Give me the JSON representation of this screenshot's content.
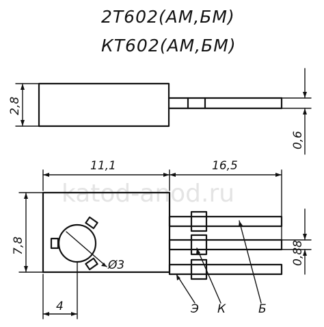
{
  "title_line1": "2T602(АМ,БМ)",
  "title_line2": "КТ602(АМ,БМ)",
  "watermark": "katod-anod.ru",
  "dims": {
    "height_side": "2,8",
    "lead_thick": "0,6",
    "body_width": "11,1",
    "lead_length": "16,5",
    "body_height": "7,8",
    "hole_diam": "Ø3",
    "hole_offset": "4",
    "pitch": "0,88"
  },
  "pins": {
    "emitter": "Э",
    "collector": "К",
    "base": "Б"
  }
}
